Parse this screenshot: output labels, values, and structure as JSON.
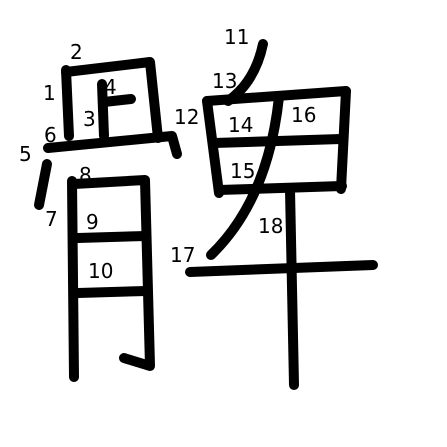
{
  "character": {
    "glyph": "髀",
    "stroke_color": "#000000",
    "background_color": "#ffffff"
  },
  "stroke_numbers": [
    "1",
    "2",
    "3",
    "4",
    "5",
    "6",
    "7",
    "8",
    "9",
    "10",
    "11",
    "12",
    "13",
    "14",
    "15",
    "16",
    "17",
    "18"
  ]
}
